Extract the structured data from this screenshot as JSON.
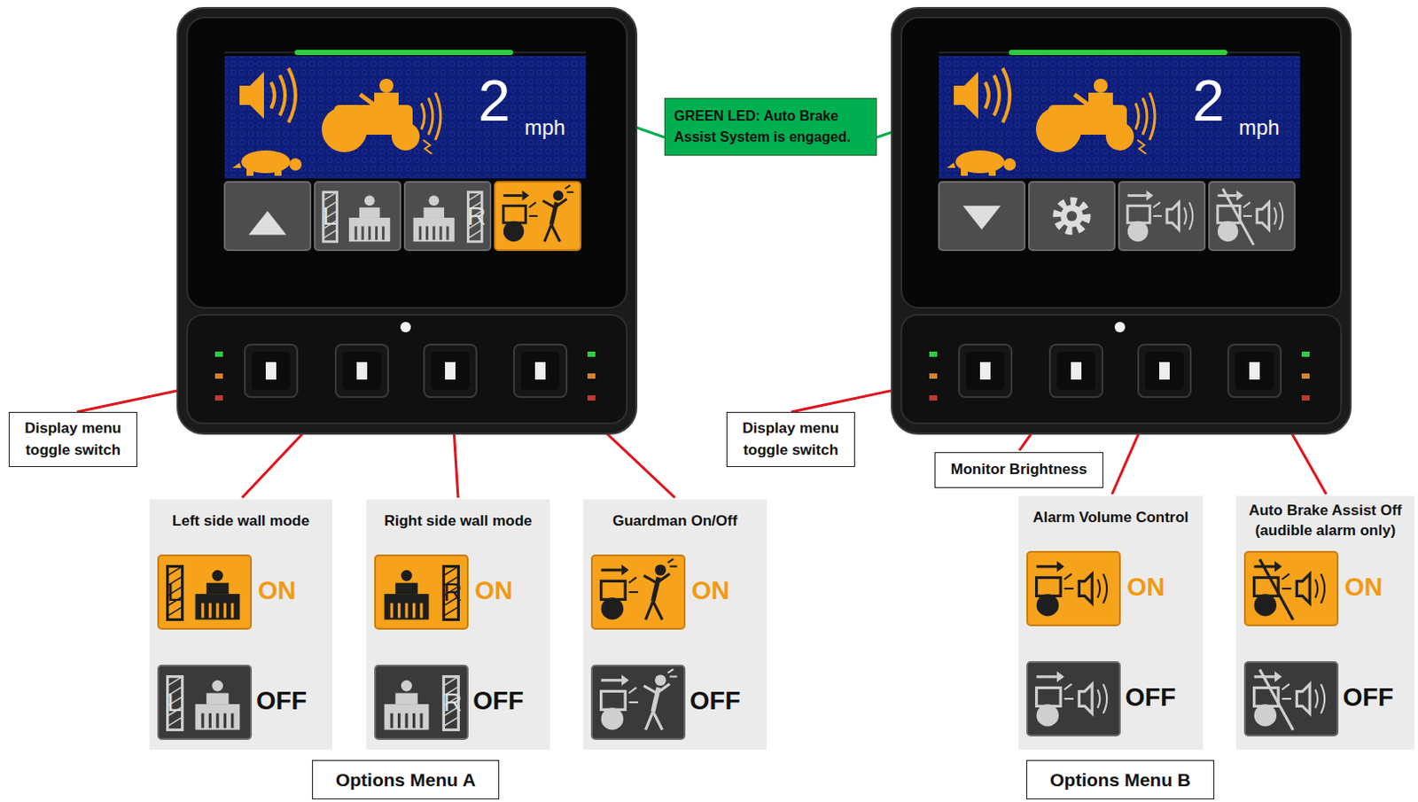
{
  "diagram": {
    "nodes": [
      {
        "text": [
          "2",
          "mph"
        ]
      },
      {
        "text": [
          "GREEN LED: Auto Brake Assist System is engaged."
        ]
      },
      {
        "text": [
          "2",
          "mph"
        ]
      },
      {
        "text": [
          "Display menu toggle switch"
        ]
      },
      {
        "text": [
          "Display menu toggle switch"
        ]
      },
      {
        "text": [
          "Monitor Brightness"
        ]
      },
      {
        "text": [
          "Left side wall mode",
          "ON",
          "OFF"
        ]
      },
      {
        "text": [
          "Right side wall mode",
          "ON",
          "OFF"
        ]
      },
      {
        "text": [
          "Guardman On/Off",
          "ON",
          "OFF"
        ]
      },
      {
        "text": [
          "Alarm Volume Control",
          "ON",
          "OFF"
        ]
      },
      {
        "text": [
          "Auto Brake Assist Off (audible alarm only)",
          "ON",
          "OFF"
        ]
      },
      {
        "text": [
          "Options Menu A"
        ]
      },
      {
        "text": [
          "Options Menu B"
        ]
      }
    ],
    "labels": [
      "L",
      "R",
      "L",
      "L",
      "R",
      "R"
    ]
  }
}
